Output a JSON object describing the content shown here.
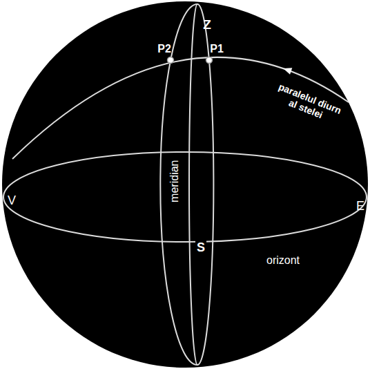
{
  "diagram": {
    "labels": [
      "Z",
      "P2",
      "P1",
      "paralelul diurn al stelei",
      "meridian",
      "V",
      "E",
      "S",
      "orizont"
    ]
  }
}
